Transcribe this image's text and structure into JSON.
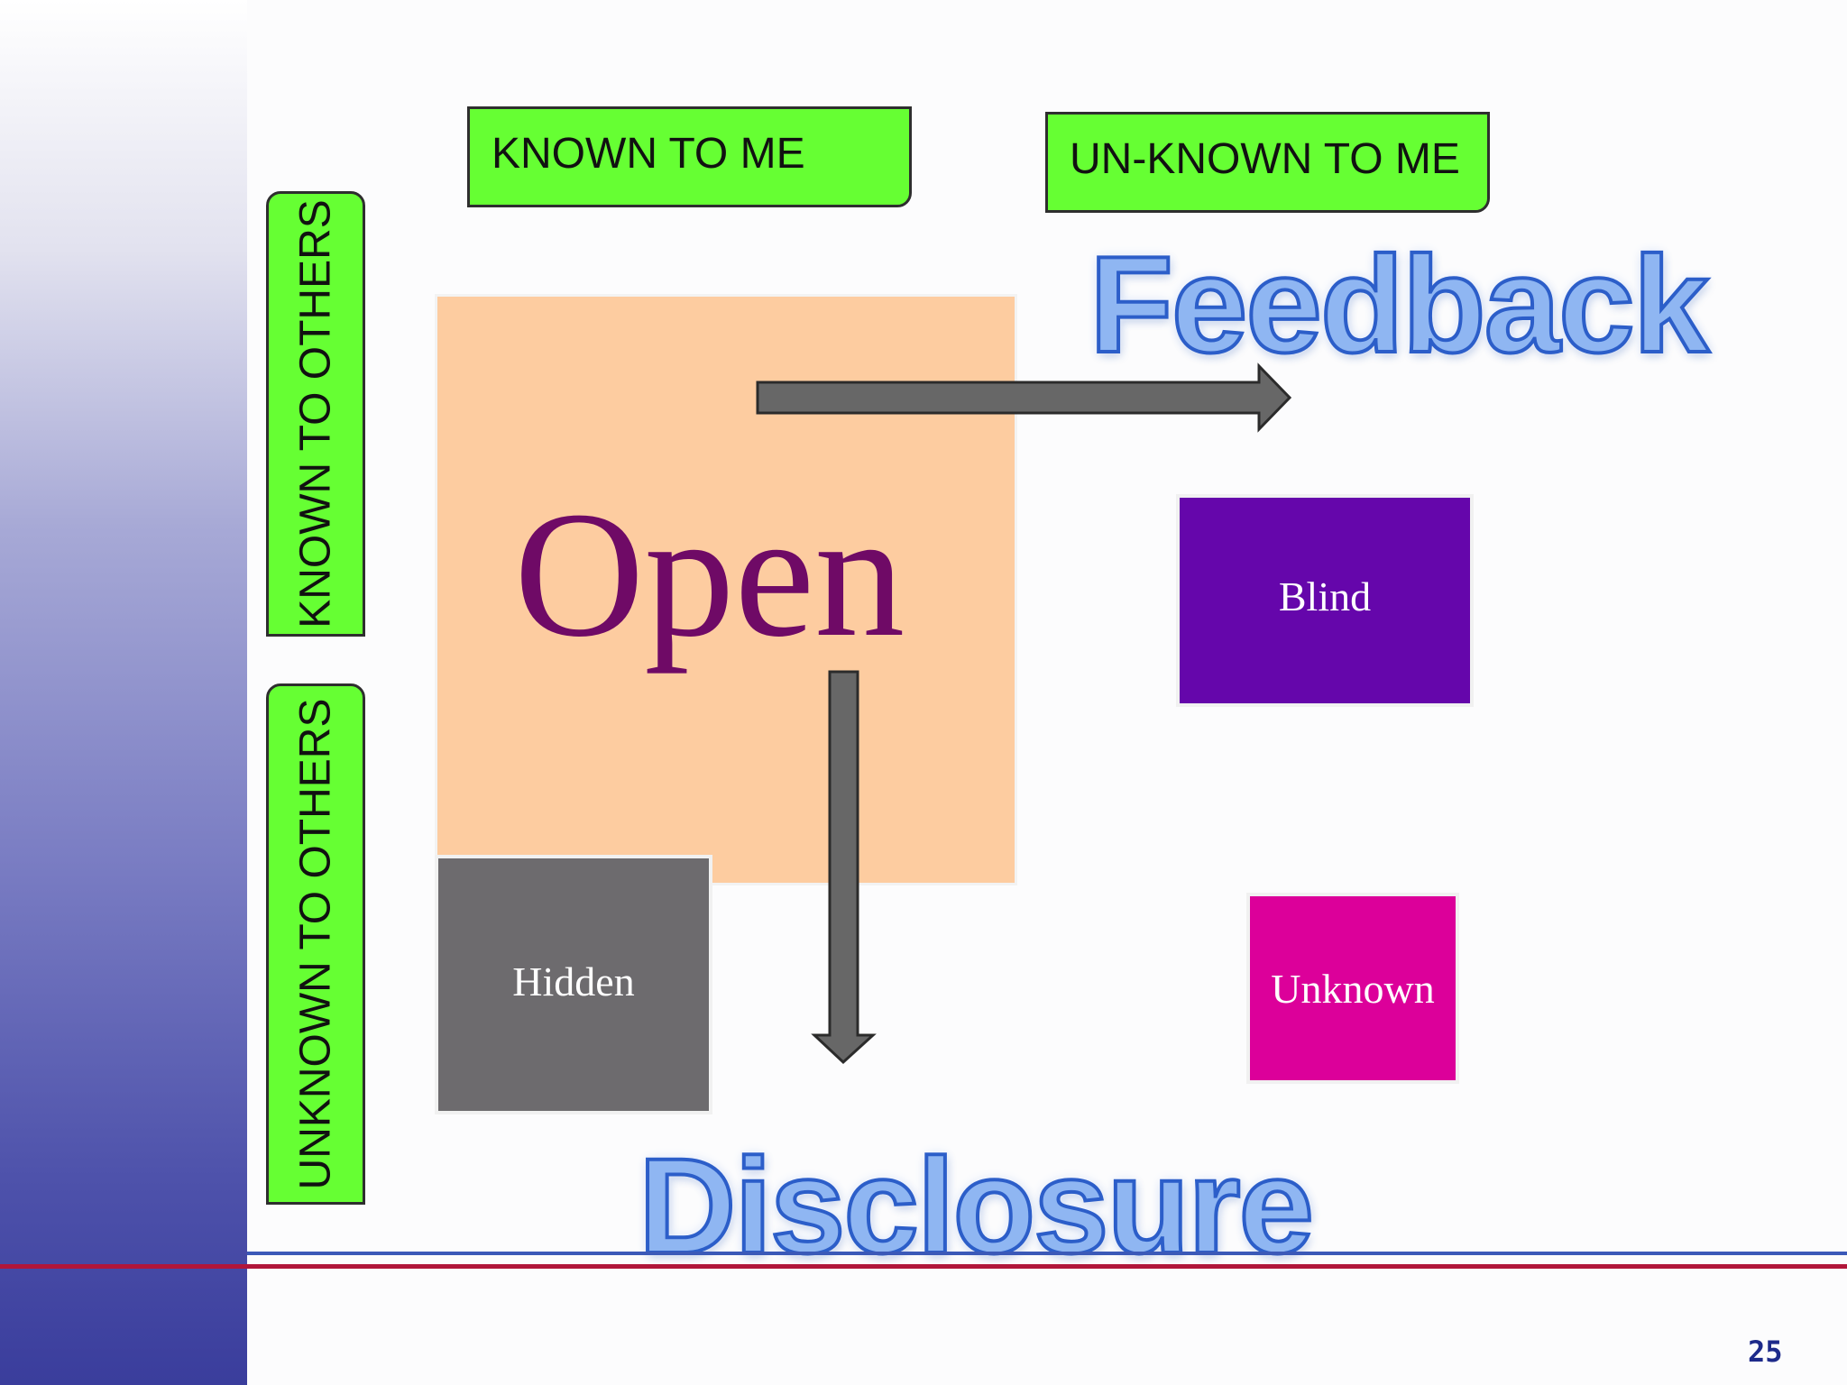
{
  "headers": {
    "known_to_me": "KNOWN TO ME",
    "unknown_to_me": "UN-KNOWN TO ME",
    "known_to_others": "KNOWN TO OTHERS",
    "unknown_to_others": "UNKNOWN TO OTHERS"
  },
  "quadrants": {
    "open": "Open",
    "blind": "Blind",
    "hidden": "Hidden",
    "unknown": "Unknown"
  },
  "actions": {
    "feedback": "Feedback",
    "disclosure": "Disclosure"
  },
  "page_number": "25",
  "colors": {
    "label_green": "#66ff33",
    "open_fill": "#fdcca0",
    "open_text": "#6f0a66",
    "blind_fill": "#6506ab",
    "hidden_fill": "#6d6b6e",
    "unknown_fill": "#dc009a",
    "arrow_fill": "#676767"
  }
}
